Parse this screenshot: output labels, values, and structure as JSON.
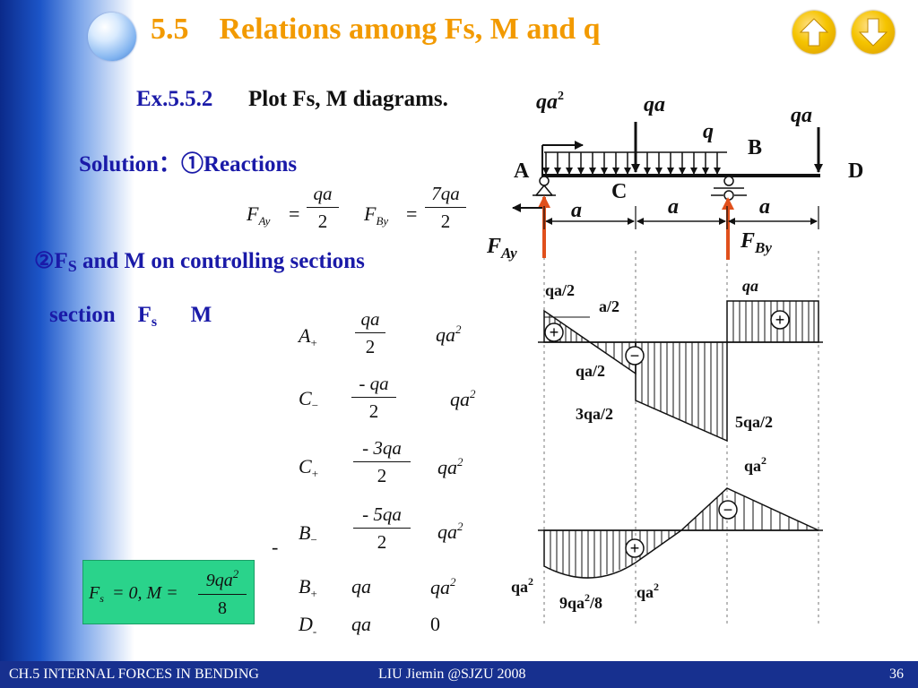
{
  "slide": {
    "title_number": "5.5",
    "title_text": "Relations among Fs, M and q",
    "example_label": "Ex.5.5.2",
    "example_text": "Plot Fs, M diagrams.",
    "solution_label": "Solution：",
    "reactions_text": "①Reactions",
    "step2_text": "②F",
    "step2_sub": "S",
    "step2_rest": " and M on controlling sections",
    "nav": {
      "up_icon": "up-arrow-icon",
      "down_icon": "down-arrow-icon",
      "accent": "#f5c400"
    }
  },
  "reactions": {
    "fay_symbol": "F",
    "fay_sub": "Ay",
    "fay_eq": "=",
    "fay_num": "qa",
    "fay_den": "2",
    "fby_symbol": "F",
    "fby_sub": "By",
    "fby_eq": "=",
    "fby_num": "7qa",
    "fby_den": "2"
  },
  "table": {
    "col_section": "section",
    "col_fs": "F",
    "col_fs_sub": "s",
    "col_m": "M",
    "rows": [
      {
        "section": "A",
        "sub": "+",
        "fs_num": "qa",
        "fs_den": "2",
        "m": "qa",
        "m_sup": "2"
      },
      {
        "section": "C",
        "sub": "−",
        "fs_num": "- qa",
        "fs_den": "2",
        "m": "qa",
        "m_sup": "2"
      },
      {
        "section": "C",
        "sub": "+",
        "fs_num": "- 3qa",
        "fs_den": "2",
        "m": "qa",
        "m_sup": "2"
      },
      {
        "section": "B",
        "sub": "−",
        "fs_num": "- 5qa",
        "fs_den": "2",
        "m": "qa",
        "m_sup": "2"
      },
      {
        "section": "B",
        "sub": "+",
        "fs": "qa",
        "m": "qa",
        "m_sup": "2"
      },
      {
        "section": "D",
        "sub": "-",
        "fs": "qa",
        "m": "0"
      }
    ],
    "stray_dash": "-"
  },
  "green_box": {
    "fs_text": "F",
    "fs_sub": "s",
    "eq1": "= 0, M =",
    "num": "9qa",
    "num_sup": "2",
    "den": "8",
    "color": "#2ad38b"
  },
  "beam": {
    "load_qa2": "qa",
    "load_qa2_sup": "2",
    "load_qa_c": "qa",
    "load_q": "q",
    "load_qa_d": "qa",
    "point_a": "A",
    "point_b": "B",
    "point_c": "C",
    "point_d": "D",
    "dim1": "a",
    "dim2": "a",
    "dim3": "a",
    "fay_label": "F",
    "fay_label_sub": "Ay",
    "fby_label": "F",
    "fby_label_sub": "By",
    "reaction_color": "#e0501c"
  },
  "shear_diagram": {
    "label_qa2_left": "qa/2",
    "label_a2": "a/2",
    "label_qa_right": "qa",
    "label_qa2_neg": "qa/2",
    "label_3qa2": "3qa/2",
    "label_5qa2": "5qa/2",
    "sign_plus": "+",
    "sign_minus": "−"
  },
  "moment_diagram": {
    "label_qa2_top": "qa",
    "label_qa2_top_sup": "2",
    "label_qa2_left": "qa",
    "label_qa2_left_sup": "2",
    "label_9qa2_8": "9qa",
    "label_9qa2_8_sup": "2",
    "label_9qa2_8_rest": "/8",
    "label_qa2_mid": "qa",
    "label_qa2_mid_sup": "2",
    "sign_plus": "+",
    "sign_minus": "−"
  },
  "footer": {
    "left": "CH.5 INTERNAL FORCES IN BENDING",
    "center": "LIU Jiemin @SJZU 2008",
    "page": "36",
    "color": "#17308f"
  }
}
